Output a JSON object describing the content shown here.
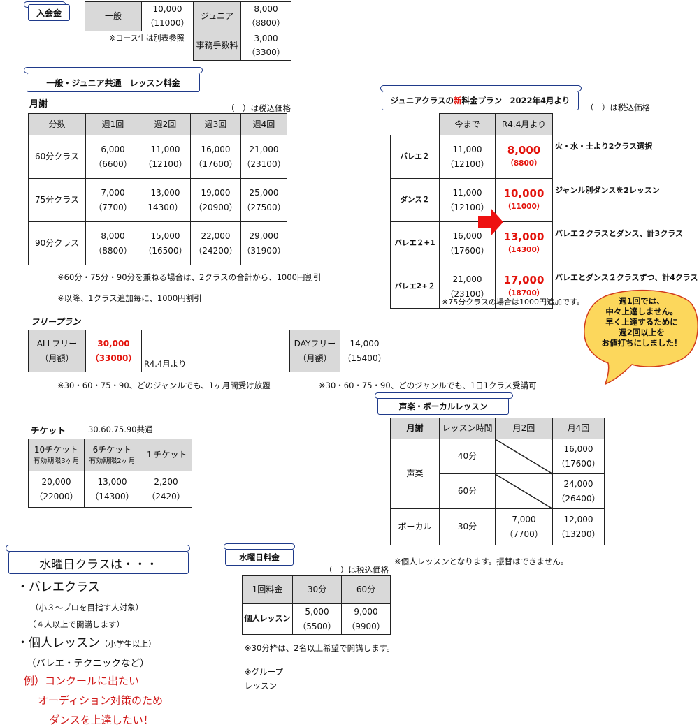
{
  "entry": {
    "banner": "入会金",
    "general_label": "一般",
    "general_price": "10,000",
    "general_tax": "（11000）",
    "junior_label": "ジュニア",
    "junior_price": "8,000",
    "junior_tax": "（8800）",
    "fee_label": "事務手数料",
    "fee_price": "3,000",
    "fee_tax": "（3300）",
    "note": "※コース生は別表参照"
  },
  "common": {
    "banner": "一般・ジュニア共通　レッスン料金",
    "monthly_label": "月謝",
    "tax_note": "（　）は税込価格",
    "headers": [
      "分数",
      "週1回",
      "週2回",
      "週3回",
      "週4回"
    ],
    "rows": [
      {
        "label": "60分クラス",
        "cells": [
          [
            "6,000",
            "（6600）"
          ],
          [
            "11,000",
            "（12100）"
          ],
          [
            "16,000",
            "（17600）"
          ],
          [
            "21,000",
            "（23100）"
          ]
        ]
      },
      {
        "label": "75分クラス",
        "cells": [
          [
            "7,000",
            "（7700）"
          ],
          [
            "13,000",
            "14300）"
          ],
          [
            "19,000",
            "（20900）"
          ],
          [
            "25,000",
            "（27500）"
          ]
        ]
      },
      {
        "label": "90分クラス",
        "cells": [
          [
            "8,000",
            "（8800）"
          ],
          [
            "15,000",
            "（16500）"
          ],
          [
            "22,000",
            "（24200）"
          ],
          [
            "29,000",
            "（31900）"
          ]
        ]
      }
    ],
    "note1": "※60分・75分・90分を兼ねる場合は、2クラスの合計から、1000円割引",
    "note2": "※以降、1クラス追加毎に、1000円割引"
  },
  "junior": {
    "banner_pre": "ジュニアクラスの",
    "banner_new": "新",
    "banner_post": "料金プラン　2022年4月より",
    "tax_note": "（　）は税込価格",
    "col_before": "今まで",
    "col_after": "R4.4月より",
    "rows": [
      {
        "label": "バレエ２",
        "old": "11,000",
        "old_tax": "（12100）",
        "new": "8,000",
        "new_tax": "（8800）",
        "desc": "火・水・土より2クラス選択"
      },
      {
        "label": "ダンス２",
        "old": "11,000",
        "old_tax": "（12100）",
        "new": "10,000",
        "new_tax": "（11000）",
        "desc": "ジャンル別ダンスを2レッスン"
      },
      {
        "label": "バレエ２+1",
        "old": "16,000",
        "old_tax": "（17600）",
        "new": "13,000",
        "new_tax": "（14300）",
        "desc": "バレエ２クラスとダンス、計3クラス"
      },
      {
        "label": "バレエ2+２",
        "old": "21,000",
        "old_tax": "（23100）",
        "new": "17,000",
        "new_tax": "（18700）",
        "desc": "バレエとダンス２クラスずつ、計4クラス"
      }
    ],
    "note": "※75分クラスの場合は1000円追加です。",
    "bubble": [
      "週1回では、",
      "中々上達しません。",
      "早く上達するために",
      "週2回以上を",
      "お値打ちにしました！"
    ]
  },
  "free": {
    "heading": "フリープラン",
    "all_label1": "ALLフリー",
    "all_label2": "（月額）",
    "all_price": "30,000",
    "all_tax": "（33000）",
    "all_since": "R4.4月より",
    "all_note": "※30・60・75・90、どのジャンルでも、1ヶ月間受け放題",
    "day_label1": "DAYフリー",
    "day_label2": "（月額）",
    "day_price": "14,000",
    "day_tax": "（15400）",
    "day_note": "※30・60・75・90、どのジャンルでも、1日1クラス受講可"
  },
  "ticket": {
    "heading": "チケット",
    "sub": "30.60.75.90共通",
    "headers": [
      [
        "10チケット",
        "有効期限3ヶ月"
      ],
      [
        "6チケット",
        "有効期限2ヶ月"
      ],
      [
        "１チケット",
        ""
      ]
    ],
    "prices": [
      [
        "20,000",
        "（22000）"
      ],
      [
        "13,000",
        "（14300）"
      ],
      [
        "2,200",
        "（2420）"
      ]
    ]
  },
  "vocal": {
    "banner": "声楽・ボーカルレッスン",
    "headers": [
      "月謝",
      "レッスン時間",
      "月2回",
      "月4回"
    ],
    "seigaku": "声楽",
    "vocal": "ボーカル",
    "r1_time": "40分",
    "r1_m4": "16,000",
    "r1_m4_tax": "（17600）",
    "r2_time": "60分",
    "r2_m4": "24,000",
    "r2_m4_tax": "（26400）",
    "r3_time": "30分",
    "r3_m2": "7,000",
    "r3_m2_tax": "（7700）",
    "r3_m4": "12,000",
    "r3_m4_tax": "（13200）",
    "note": "※個人レッスンとなります。振替はできません。"
  },
  "wednesday": {
    "banner": "水曜日クラスは・・・",
    "line1": "・バレエクラス",
    "line2": "（小３～プロを目指す人対象）",
    "line3": "（４人以上で開講します）",
    "line4a": "・個人レッスン",
    "line4b": "（小学生以上）",
    "line5": "（バレエ・テクニックなど）",
    "ex1": "例）コンクールに出たい",
    "ex2": "オーディション対策のため",
    "ex3": "ダンスを上達したい！"
  },
  "wed_fee": {
    "banner": "水曜日料金",
    "tax_note": "（　）は税込価格",
    "headers": [
      "1回料金",
      "30分",
      "60分"
    ],
    "row_label": "個人レッスン",
    "p30": "5,000",
    "p30_tax": "（5500）",
    "p60": "9,000",
    "p60_tax": "（9900）",
    "note1": "※30分枠は、2名以上希望で開講します。",
    "note2": "※グループ",
    "note3": "レッスン"
  },
  "colors": {
    "accent_red": "#e3120b",
    "banner_blue": "#1f3a8a",
    "header_gray": "#d9d9d9",
    "bubble_yellow": "#fcd75c"
  }
}
